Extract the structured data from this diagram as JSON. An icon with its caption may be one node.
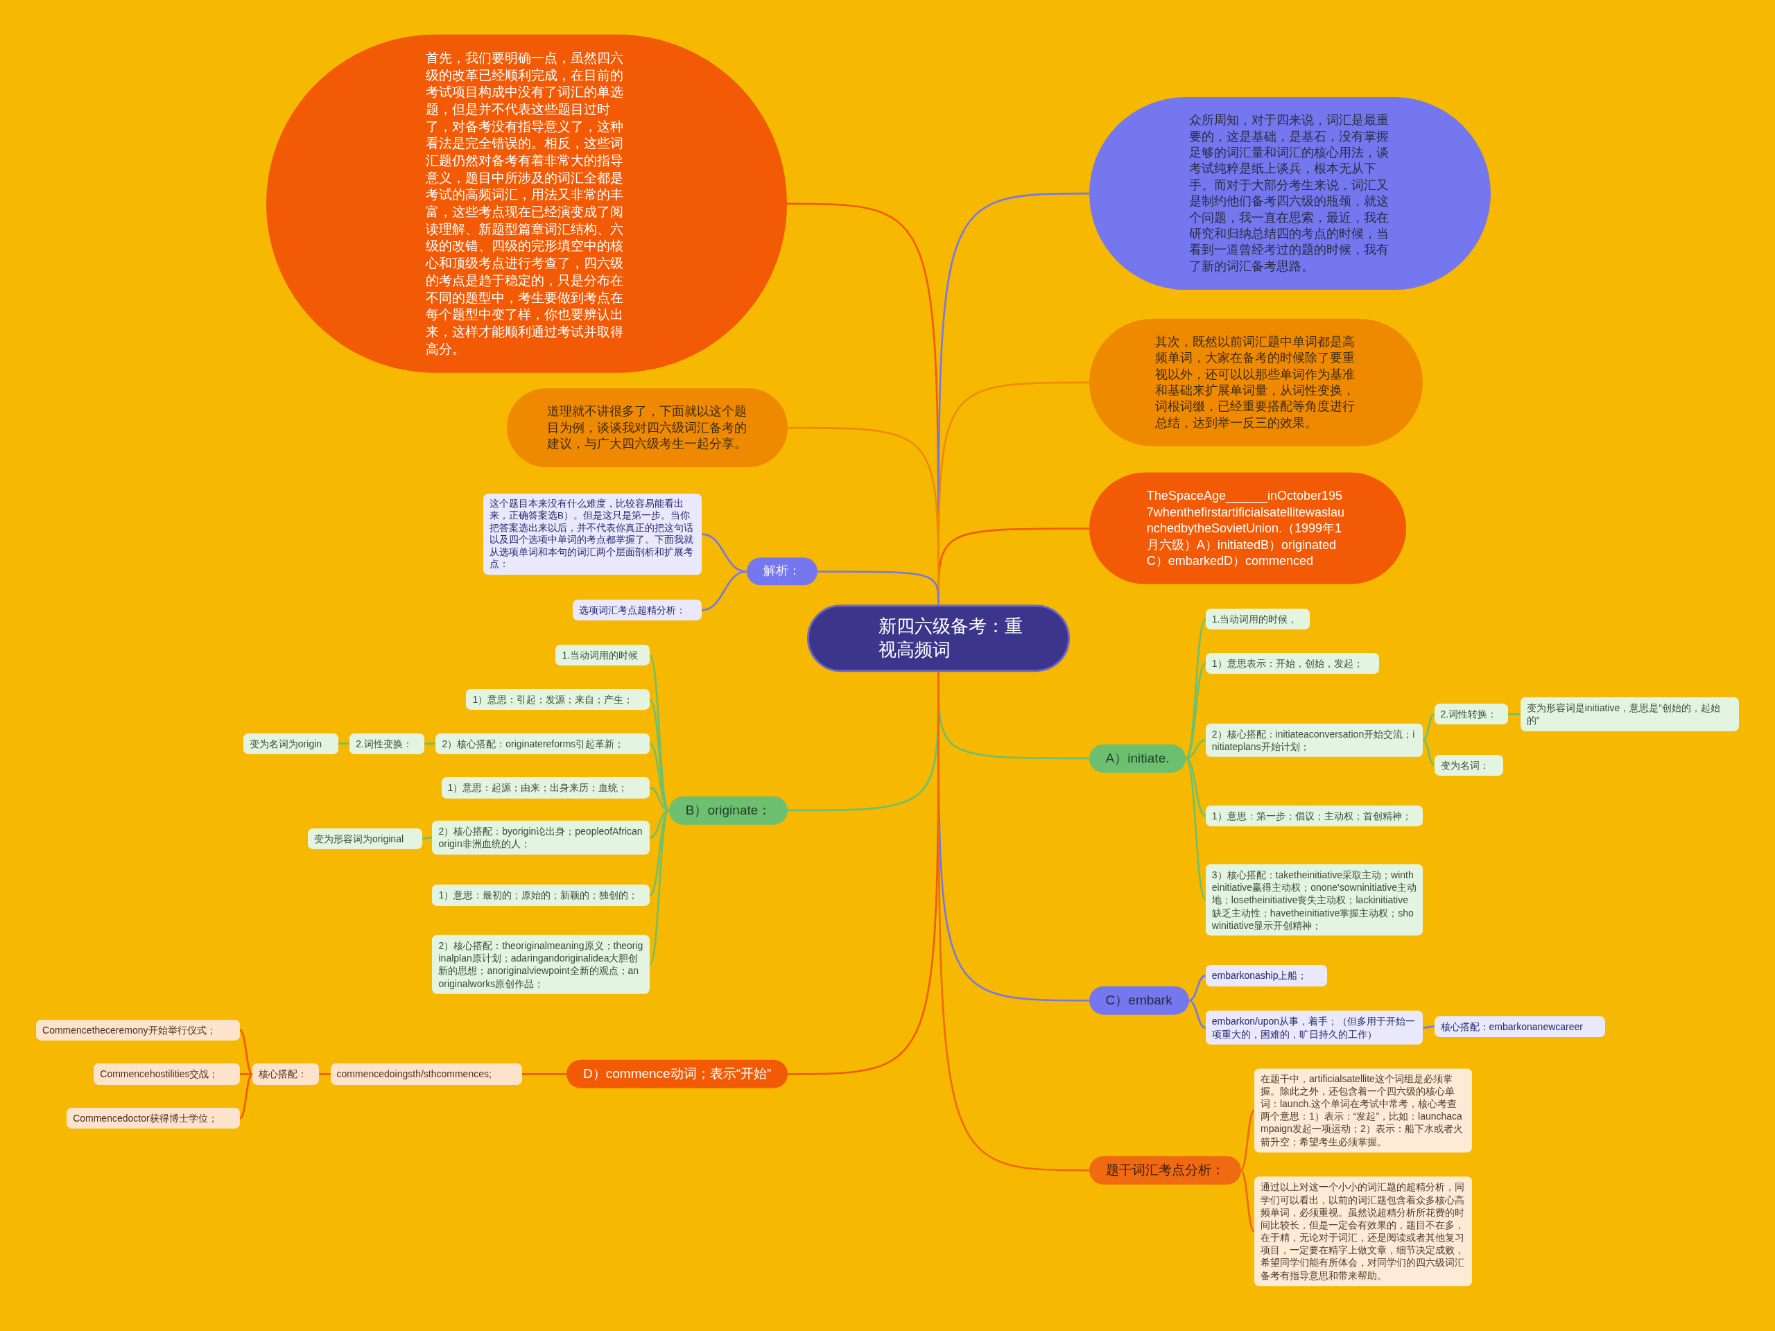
{
  "diagram": {
    "nodes": [
      {
        "text": [
          "新四六级备考：重视高频词"
        ]
      },
      {
        "text": [
          "首先，我们要明确一点，虽然四六级的改革已经顺利完成，在目前的考试项目构成中没有了词汇的单选题，但是并不代表这些题目过时了，对备考没有指导意义了，这种看法是完全错误的。相反，这些词汇题仍然对备考有着非常大的指导意义，题目中所涉及的词汇全都是考试的高频词汇，用法又非常的丰富，这些考点现在已经演变成了阅读理解、新题型篇章词汇结构、六级的改错、四级的完形填空中的核心和顶级考点进行考查了，四六级的考点是趋于稳定的，只是分布在不同的题型中，考生要做到考点在每个题型中变了样，你也要辨认出来，这样才能顺利通过考试并取得高分。"
        ]
      },
      {
        "text": [
          "众所周知，对于四来说，词汇是最重要的，这是基础，是基石，没有掌握足够的词汇量和词汇的核心用法，谈考试纯粹是纸上谈兵，根本无从下手。而对于大部分考生来说，词汇又是制约他们备考四六级的瓶颈，就这个问题，我一直在思索，最近，我在研究和归纳总结四的考点的时候，当看到一道曾经考过的题的时候，我有了新的词汇备考思路。"
        ]
      },
      {
        "text": [
          "其次，既然以前词汇题中单词都是高频单词，大家在备考的时候除了要重视以外，还可以以那些单词作为基准和基础来扩展单词量，从词性变换，词根词缀，已经重要搭配等角度进行总结，达到举一反三的效果。"
        ]
      },
      {
        "text": [
          "TheSpaceAge______inOctober1957whenthefirstartificialsatellitewaslaunchedbytheSovietUnion.（1999年1月六级）A）initiatedB）originatedC）embarkedD）commenced"
        ]
      },
      {
        "text": [
          "道理就不讲很多了，下面就以这个题目为例，谈谈我对四六级词汇备考的建议，与广大四六级考生一起分享。"
        ]
      },
      {
        "text": [
          "解析："
        ]
      },
      {
        "text": [
          "这个题目本来没有什么难度，比较容易能看出来，正确答案选B）。但是这只是第一步。当你把答案选出来以后，并不代表你真正的把这句话以及四个选项中单词的考点都掌握了。下面我就从选项单词和本句的词汇两个层面剖析和扩展考点："
        ]
      },
      {
        "text": [
          "选项词汇考点超精分析："
        ]
      },
      {
        "text": [
          "B）originate："
        ]
      },
      {
        "text": [
          "1.当动词用的时候"
        ]
      },
      {
        "text": [
          "1）意思：引起；发源；来自；产生；"
        ]
      },
      {
        "text": [
          "2）核心搭配：originatereforms引起革新；"
        ]
      },
      {
        "text": [
          "2.词性变换："
        ]
      },
      {
        "text": [
          "变为名词为origin"
        ]
      },
      {
        "text": [
          "1）意思：起源；由来；出身来历；血统；"
        ]
      },
      {
        "text": [
          "2）核心搭配：byorigin论出身；peopleofAfricanorigin非洲血统的人；"
        ]
      },
      {
        "text": [
          "变为形容词为original"
        ]
      },
      {
        "text": [
          "1）意思：最初的；原始的；新颖的；独创的；"
        ]
      },
      {
        "text": [
          "2）核心搭配：theoriginalmeaning原义；theoriginalplan原计划；adaringandoriginalidea大胆创新的思想；anoriginalviewpoint全新的观点；anoriginalworks原创作品；"
        ]
      },
      {
        "text": [
          "D）commence动词；表示“开始”"
        ]
      },
      {
        "text": [
          "commencedoingsth/sthcommences;"
        ]
      },
      {
        "text": [
          "核心搭配："
        ]
      },
      {
        "text": [
          "Commencetheceremony开始举行仪式；"
        ]
      },
      {
        "text": [
          "Commencehostilities交战；"
        ]
      },
      {
        "text": [
          "Commencedoctor获得博士学位；"
        ]
      },
      {
        "text": [
          "A）initiate."
        ]
      },
      {
        "text": [
          "1.当动词用的时候，"
        ]
      },
      {
        "text": [
          "1）意思表示：开始，创始，发起；"
        ]
      },
      {
        "text": [
          "2）核心搭配：initiateaconversation开始交流；initiateplans开始计划；"
        ]
      },
      {
        "text": [
          "2.词性转换："
        ]
      },
      {
        "text": [
          "变为形容词是initiative，意思是“创始的，起始的”"
        ]
      },
      {
        "text": [
          "变为名词："
        ]
      },
      {
        "text": [
          "1）意思：第一步；倡议；主动权；首创精神；"
        ]
      },
      {
        "text": [
          "3）核心搭配：taketheinitiative采取主动；wintheinitiative赢得主动权；onone'sowninitiative主动地；losetheinitiative丧失主动权；lackinitiative缺乏主动性；havetheinitiative掌握主动权；showinitiative显示开创精神；"
        ]
      },
      {
        "text": [
          "C）embark"
        ]
      },
      {
        "text": [
          "embarkonaship上船；"
        ]
      },
      {
        "text": [
          "embarkon/upon从事，着手；（但多用于开始一项重大的，困难的，旷日持久的工作）"
        ]
      },
      {
        "text": [
          "核心搭配：embarkonanewcareer"
        ]
      },
      {
        "text": [
          "题干词汇考点分析："
        ]
      },
      {
        "text": [
          "在题干中，artificialsatellite这个词组是必须掌握。除此之外，还包含着一个四六级的核心单词：launch.这个单词在考试中常考，核心考查两个意思：1）表示：“发起”，比如：launchacampaign发起一项运动；2）表示：船下水或者火箭升空；希望考生必须掌握。"
        ]
      },
      {
        "text": [
          "通过以上对这一个小小的词汇题的超精分析，同学们可以看出，以前的词汇题包含着众多核心高频单词，必须重视。虽然说超精分析所花费的时间比较长，但是一定会有效果的，题目不在多，在于精，无论对于词汇，还是阅读或者其他复习项目，一定要在精字上做文章，细节决定成败，希望同学们能有所体会，对同学们的四六级词汇备考有指导意思和带来帮助。"
        ]
      }
    ],
    "edges": [
      {
        "from": 0,
        "to": 1,
        "arrow": "none",
        "color": "#f25a05"
      },
      {
        "from": 0,
        "to": 2,
        "arrow": "none",
        "color": "#7477ee"
      },
      {
        "from": 0,
        "to": 3,
        "arrow": "none",
        "color": "#ef8a00"
      },
      {
        "from": 0,
        "to": 4,
        "arrow": "none",
        "color": "#f25a05"
      },
      {
        "from": 0,
        "to": 5,
        "arrow": "none",
        "color": "#ef8a00"
      },
      {
        "from": 0,
        "to": 6,
        "arrow": "none",
        "color": "#7477ee"
      },
      {
        "from": 6,
        "to": 7,
        "arrow": "none",
        "color": "#7477ee"
      },
      {
        "from": 6,
        "to": 8,
        "arrow": "none",
        "color": "#7477ee"
      },
      {
        "from": 0,
        "to": 9,
        "arrow": "none"
      },
      {
        "from": 9,
        "to": 10,
        "arrow": "none"
      },
      {
        "from": 9,
        "to": 11,
        "arrow": "none"
      },
      {
        "from": 9,
        "to": 12,
        "arrow": "none"
      },
      {
        "from": 12,
        "to": 13,
        "arrow": "none"
      },
      {
        "from": 13,
        "to": 14,
        "arrow": "none"
      },
      {
        "from": 9,
        "to": 15,
        "arrow": "none"
      },
      {
        "from": 9,
        "to": 16,
        "arrow": "none"
      },
      {
        "from": 16,
        "to": 17,
        "arrow": "none"
      },
      {
        "from": 9,
        "to": 18,
        "arrow": "none"
      },
      {
        "from": 9,
        "to": 19,
        "arrow": "none"
      },
      {
        "from": 0,
        "to": 20,
        "arrow": "none",
        "color": "#f25a05"
      },
      {
        "from": 20,
        "to": 21,
        "arrow": "none",
        "color": "#f25a05"
      },
      {
        "from": 21,
        "to": 22,
        "arrow": "none",
        "color": "#f25a05"
      },
      {
        "from": 22,
        "to": 23,
        "arrow": "none",
        "color": "#f25a05"
      },
      {
        "from": 22,
        "to": 24,
        "arrow": "none",
        "color": "#f25a05"
      },
      {
        "from": 22,
        "to": 25,
        "arrow": "none",
        "color": "#f25a05"
      },
      {
        "from": 0,
        "to": 26,
        "arrow": "none"
      },
      {
        "from": 26,
        "to": 27,
        "arrow": "none"
      },
      {
        "from": 26,
        "to": 28,
        "arrow": "none"
      },
      {
        "from": 26,
        "to": 29,
        "arrow": "none"
      },
      {
        "from": 29,
        "to": 30,
        "arrow": "none"
      },
      {
        "from": 30,
        "to": 31,
        "arrow": "none"
      },
      {
        "from": 29,
        "to": 32,
        "arrow": "none"
      },
      {
        "from": 26,
        "to": 33,
        "arrow": "none"
      },
      {
        "from": 26,
        "to": 34,
        "arrow": "none"
      },
      {
        "from": 0,
        "to": 35,
        "arrow": "none",
        "color": "#7477ee"
      },
      {
        "from": 35,
        "to": 36,
        "arrow": "none",
        "color": "#7477ee"
      },
      {
        "from": 35,
        "to": 37,
        "arrow": "none",
        "color": "#7477ee"
      },
      {
        "from": 37,
        "to": 38,
        "arrow": "none",
        "color": "#7477ee"
      },
      {
        "from": 0,
        "to": 39,
        "arrow": "none",
        "color": "#ef6a10"
      },
      {
        "from": 39,
        "to": 40,
        "arrow": "none",
        "color": "#ef6a10"
      },
      {
        "from": 39,
        "to": 41,
        "arrow": "none",
        "color": "#ef6a10"
      }
    ]
  }
}
